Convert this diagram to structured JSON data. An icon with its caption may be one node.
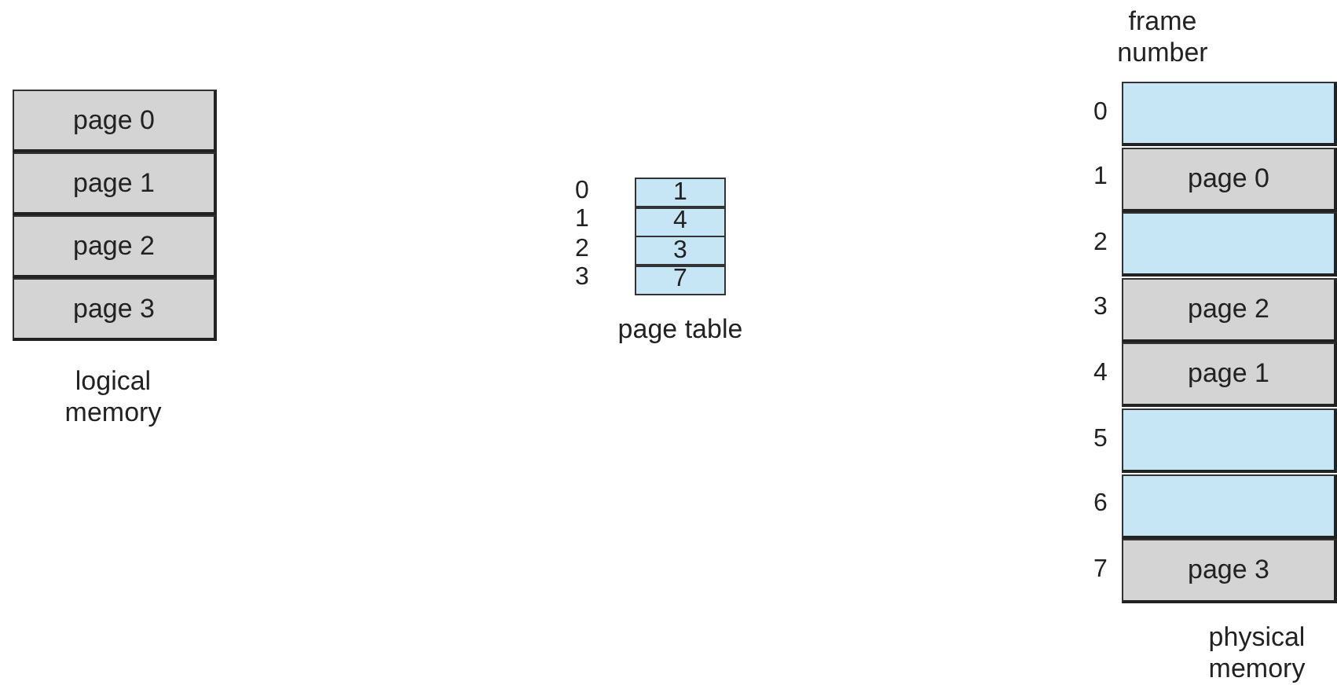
{
  "diagram": {
    "nodes": [
      {
        "text": [
          "page 0"
        ]
      },
      {
        "text": [
          "page 1"
        ]
      },
      {
        "text": [
          "page 2"
        ]
      },
      {
        "text": [
          "page 3"
        ]
      },
      {
        "text": [
          "1"
        ],
        "beside": [
          "0"
        ]
      },
      {
        "text": [
          "4"
        ],
        "beside": [
          "1"
        ]
      },
      {
        "text": [
          "3"
        ],
        "beside": [
          "2"
        ]
      },
      {
        "text": [
          "7"
        ],
        "beside": [
          "3"
        ]
      },
      {
        "text": [],
        "shape": "box",
        "beside": [
          "0"
        ]
      },
      {
        "text": [
          "page 0"
        ],
        "beside": [
          "1"
        ]
      },
      {
        "text": [],
        "shape": "box",
        "beside": [
          "2"
        ]
      },
      {
        "text": [
          "page 2"
        ],
        "beside": [
          "3"
        ]
      },
      {
        "text": [
          "page 1"
        ],
        "beside": [
          "4"
        ]
      },
      {
        "text": [],
        "shape": "box",
        "beside": [
          "5"
        ]
      },
      {
        "text": [],
        "shape": "box",
        "beside": [
          "6"
        ]
      },
      {
        "text": [
          "page 3"
        ],
        "beside": [
          "7"
        ]
      }
    ],
    "edges": [],
    "labels": [
      "frame number",
      "page table",
      "logical memory",
      "physical memory"
    ]
  }
}
